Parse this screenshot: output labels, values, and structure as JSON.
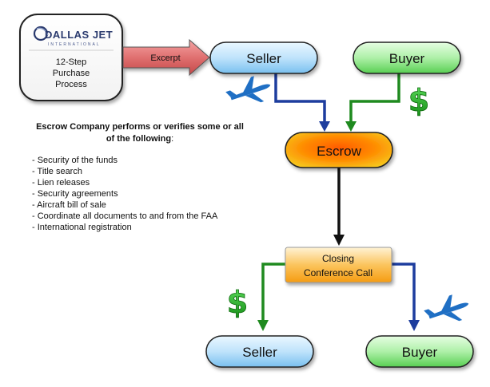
{
  "logo": {
    "brand_line1": "DALLAS JET",
    "brand_line2": "INTERNATIONAL",
    "caption_line1": "12-Step",
    "caption_line2": "Purchase",
    "caption_line3": "Process"
  },
  "excerpt_label": "Excerpt",
  "nodes": {
    "seller_top": "Seller",
    "buyer_top": "Buyer",
    "escrow": "Escrow",
    "closing_line1": "Closing",
    "closing_line2": "Conference Call",
    "seller_bottom": "Seller",
    "buyer_bottom": "Buyer"
  },
  "icons": {
    "dollar_glyph": "$"
  },
  "notes": {
    "heading_bold": "Escrow Company performs or verifies some or all of the following",
    "heading_tail": ":",
    "items": [
      "- Security of the funds",
      "- Title search",
      "- Lien releases",
      "- Security agreements",
      "- Aircraft bill of sale",
      "- Coordinate all documents to and from the FAA",
      "- International registration"
    ]
  },
  "colors": {
    "seller_fill": "#bfe3fb",
    "buyer_fill": "#aef0a8",
    "escrow_fill": "#f39800",
    "closing_fill": "#fbc45d",
    "excerpt_fill": "#e07070",
    "seller_arrow": "#1d3d9e",
    "buyer_arrow": "#1f8a1f",
    "closing_arrow": "#111111",
    "dollar": "#21a321",
    "plane": "#1f6fc4"
  }
}
